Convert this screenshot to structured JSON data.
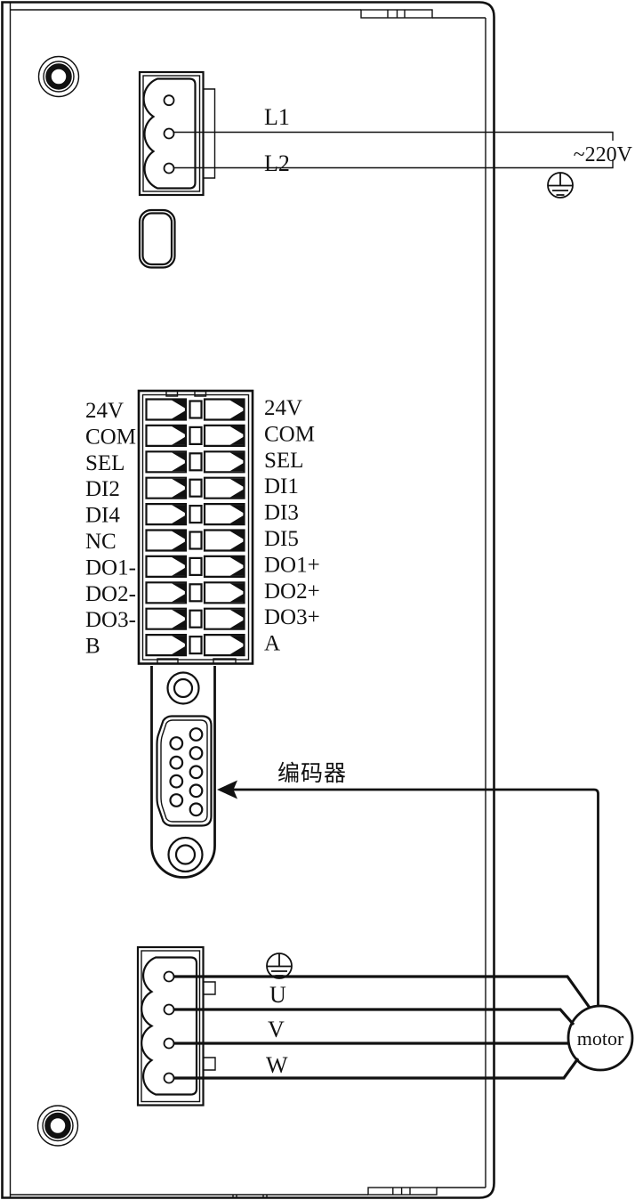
{
  "diagram": {
    "type": "servo-drive-wiring-diagram",
    "background_color": "#ffffff",
    "line_color": "#111111"
  },
  "power_input": {
    "terminal_l1": "L1",
    "terminal_l2": "L2",
    "supply": "~220V",
    "ground_icon": "protective-earth"
  },
  "io_terminals": {
    "left": [
      "24V",
      "COM",
      "SEL",
      "DI2",
      "DI4",
      "NC",
      "DO1-",
      "DO2-",
      "DO3-",
      "B"
    ],
    "right": [
      "24V",
      "COM",
      "SEL",
      "DI1",
      "DI3",
      "DI5",
      "DO1+",
      "DO2+",
      "DO3+",
      "A"
    ]
  },
  "encoder": {
    "label": "编码器",
    "port": "DB9 9-pin"
  },
  "motor_output": {
    "phase_u": "U",
    "phase_v": "V",
    "phase_w": "W",
    "ground_icon": "protective-earth",
    "motor_label": "motor"
  }
}
